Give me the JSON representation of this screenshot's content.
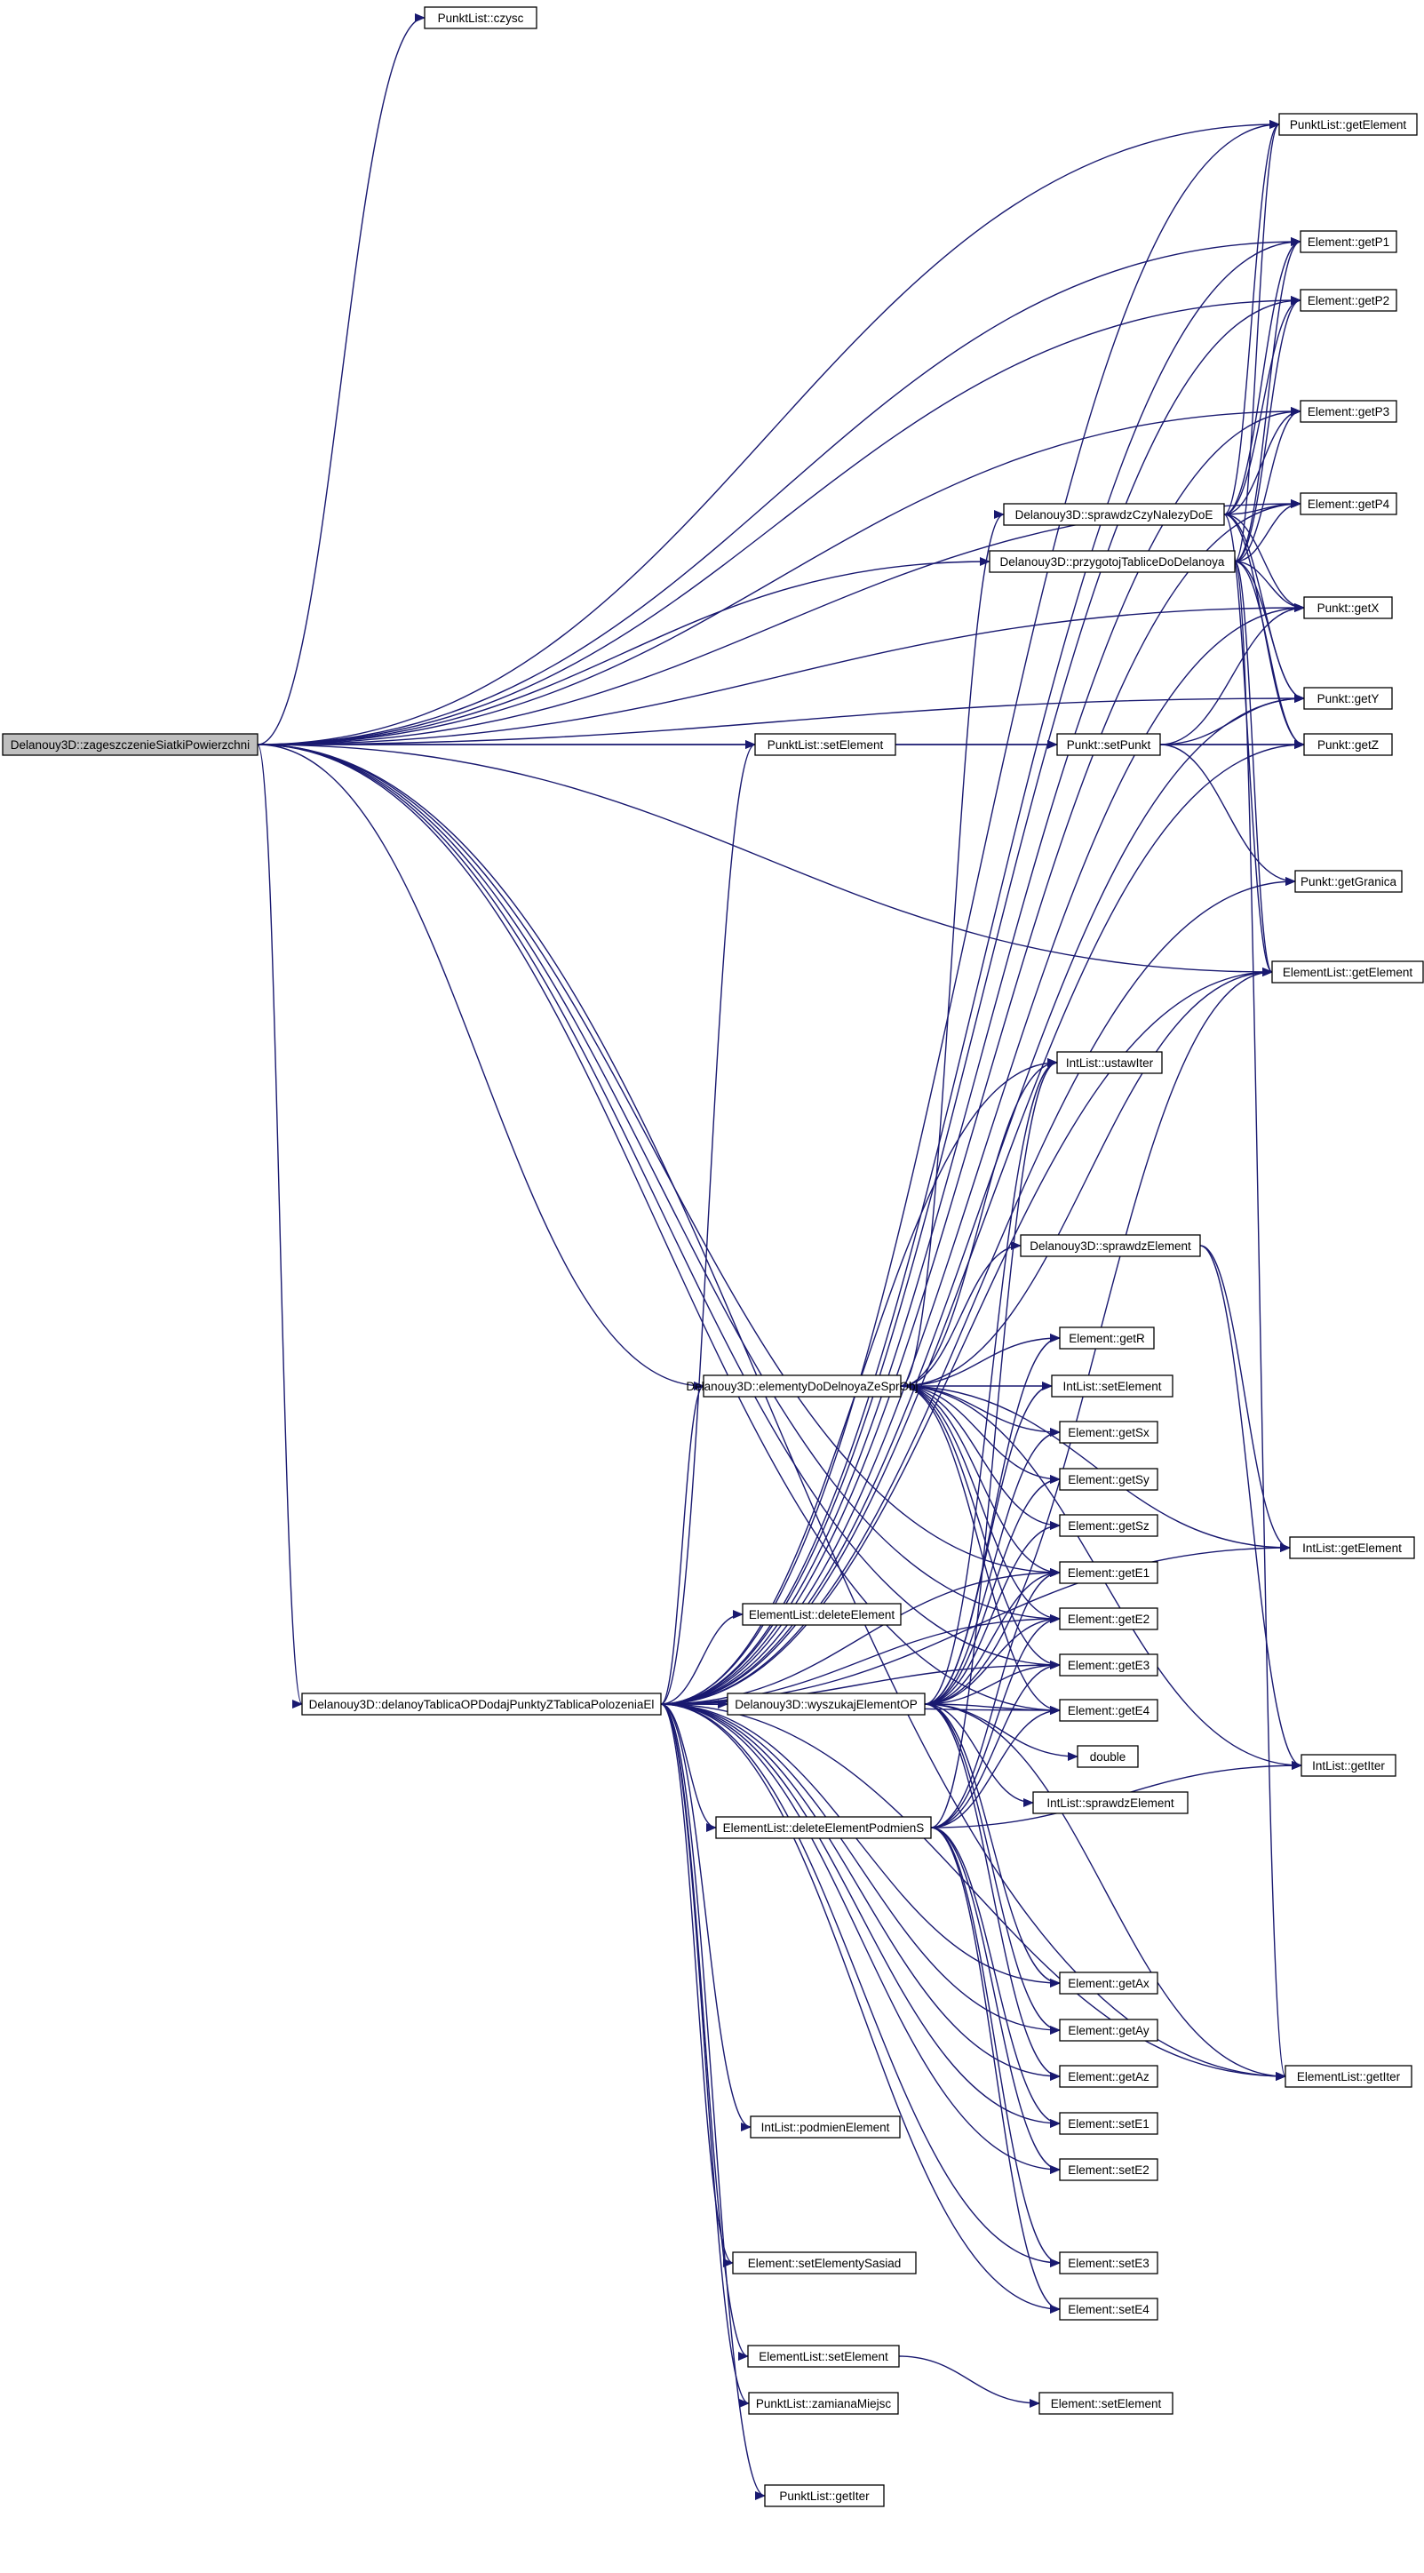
{
  "diagram": {
    "type": "call-graph",
    "root": "Delanouy3D::zageszczenieSiatkiPowierzchni",
    "colors": {
      "edge": "#191970",
      "node_border": "#000000",
      "root_fill": "#bfbfbf",
      "node_fill": "#ffffff",
      "background": "#ffffff"
    },
    "nodes": [
      {
        "id": "root",
        "label": "Delanouy3D::zageszczenieSiatkiPowierzchni"
      },
      {
        "id": "plczysc",
        "label": "PunktList::czysc"
      },
      {
        "id": "plgetel",
        "label": "PunktList::getElement"
      },
      {
        "id": "egetp1",
        "label": "Element::getP1"
      },
      {
        "id": "egetp2",
        "label": "Element::getP2"
      },
      {
        "id": "egetp3",
        "label": "Element::getP3"
      },
      {
        "id": "egetp4",
        "label": "Element::getP4"
      },
      {
        "id": "pgetx",
        "label": "Punkt::getX"
      },
      {
        "id": "pgety",
        "label": "Punkt::getY"
      },
      {
        "id": "pgetz",
        "label": "Punkt::getZ"
      },
      {
        "id": "pgetgr",
        "label": "Punkt::getGranica"
      },
      {
        "id": "elgetel",
        "label": "ElementList::getElement"
      },
      {
        "id": "spr",
        "label": "Delanouy3D::sprawdzCzyNalezyDoE"
      },
      {
        "id": "przyg",
        "label": "Delanouy3D::przygotojTabliceDoDelanoya"
      },
      {
        "id": "plsetel",
        "label": "PunktList::setElement"
      },
      {
        "id": "psetp",
        "label": "Punkt::setPunkt"
      },
      {
        "id": "ilust",
        "label": "IntList::ustawIter"
      },
      {
        "id": "sprel",
        "label": "Delanouy3D::sprawdzElement"
      },
      {
        "id": "egetr",
        "label": "Element::getR"
      },
      {
        "id": "elem",
        "label": "Delanouy3D::elementyDoDelnoyaZeSprObj"
      },
      {
        "id": "ilsetel",
        "label": "IntList::setElement"
      },
      {
        "id": "egetsx",
        "label": "Element::getSx"
      },
      {
        "id": "egetsy",
        "label": "Element::getSy"
      },
      {
        "id": "egetsz",
        "label": "Element::getSz"
      },
      {
        "id": "ilgetel",
        "label": "IntList::getElement"
      },
      {
        "id": "egete1",
        "label": "Element::getE1"
      },
      {
        "id": "eldel",
        "label": "ElementList::deleteElement"
      },
      {
        "id": "egete2",
        "label": "Element::getE2"
      },
      {
        "id": "egete3",
        "label": "Element::getE3"
      },
      {
        "id": "dtab",
        "label": "Delanouy3D::delanoyTablicaOPDodajPunktyZTablicaPolozeniaEl"
      },
      {
        "id": "wysz",
        "label": "Delanouy3D::wyszukajElementOP"
      },
      {
        "id": "egete4",
        "label": "Element::getE4"
      },
      {
        "id": "dbl",
        "label": "double"
      },
      {
        "id": "ilgetiter",
        "label": "IntList::getIter"
      },
      {
        "id": "ilsprel",
        "label": "IntList::sprawdzElement"
      },
      {
        "id": "eldelps",
        "label": "ElementList::deleteElementPodmienS"
      },
      {
        "id": "egetax",
        "label": "Element::getAx"
      },
      {
        "id": "egetay",
        "label": "Element::getAy"
      },
      {
        "id": "egetaz",
        "label": "Element::getAz"
      },
      {
        "id": "elgetiter",
        "label": "ElementList::getIter"
      },
      {
        "id": "esete1",
        "label": "Element::setE1"
      },
      {
        "id": "ilpodm",
        "label": "IntList::podmienElement"
      },
      {
        "id": "esete2",
        "label": "Element::setE2"
      },
      {
        "id": "esetsas",
        "label": "Element::setElementySasiad"
      },
      {
        "id": "esete3",
        "label": "Element::setE3"
      },
      {
        "id": "esete4",
        "label": "Element::setE4"
      },
      {
        "id": "elsetel",
        "label": "ElementList::setElement"
      },
      {
        "id": "esetel",
        "label": "Element::setElement"
      },
      {
        "id": "plzam",
        "label": "PunktList::zamianaMiejsc"
      },
      {
        "id": "plgetiter",
        "label": "PunktList::getIter"
      }
    ],
    "edges": [
      [
        "root",
        "plczysc"
      ],
      [
        "root",
        "plgetel"
      ],
      [
        "root",
        "egetp1"
      ],
      [
        "root",
        "egetp2"
      ],
      [
        "root",
        "egetp3"
      ],
      [
        "root",
        "egetp4"
      ],
      [
        "root",
        "przyg"
      ],
      [
        "root",
        "pgetx"
      ],
      [
        "root",
        "pgety"
      ],
      [
        "root",
        "plsetel"
      ],
      [
        "root",
        "pgetz"
      ],
      [
        "root",
        "elgetel"
      ],
      [
        "root",
        "elem"
      ],
      [
        "root",
        "egete1"
      ],
      [
        "root",
        "egete2"
      ],
      [
        "root",
        "egete3"
      ],
      [
        "root",
        "egete4"
      ],
      [
        "root",
        "dtab"
      ],
      [
        "root",
        "elgetiter"
      ],
      [
        "plsetel",
        "psetp"
      ],
      [
        "psetp",
        "pgetx"
      ],
      [
        "psetp",
        "pgety"
      ],
      [
        "psetp",
        "pgetz"
      ],
      [
        "psetp",
        "pgetgr"
      ],
      [
        "spr",
        "plgetel"
      ],
      [
        "spr",
        "egetp1"
      ],
      [
        "spr",
        "egetp2"
      ],
      [
        "spr",
        "egetp3"
      ],
      [
        "spr",
        "egetp4"
      ],
      [
        "spr",
        "pgetx"
      ],
      [
        "spr",
        "pgety"
      ],
      [
        "spr",
        "pgetz"
      ],
      [
        "spr",
        "elgetel"
      ],
      [
        "przyg",
        "plgetel"
      ],
      [
        "przyg",
        "egetp1"
      ],
      [
        "przyg",
        "egetp2"
      ],
      [
        "przyg",
        "egetp3"
      ],
      [
        "przyg",
        "egetp4"
      ],
      [
        "przyg",
        "pgetx"
      ],
      [
        "przyg",
        "pgety"
      ],
      [
        "przyg",
        "pgetz"
      ],
      [
        "przyg",
        "elgetel"
      ],
      [
        "przyg",
        "elgetiter"
      ],
      [
        "sprel",
        "ilgetel"
      ],
      [
        "sprel",
        "ilgetiter"
      ],
      [
        "elem",
        "spr"
      ],
      [
        "elem",
        "ilust"
      ],
      [
        "elem",
        "sprel"
      ],
      [
        "elem",
        "egetr"
      ],
      [
        "elem",
        "ilsetel"
      ],
      [
        "elem",
        "egetsx"
      ],
      [
        "elem",
        "egetsy"
      ],
      [
        "elem",
        "egetsz"
      ],
      [
        "elem",
        "egete1"
      ],
      [
        "elem",
        "egete2"
      ],
      [
        "elem",
        "egete3"
      ],
      [
        "elem",
        "egete4"
      ],
      [
        "elem",
        "elgetel"
      ],
      [
        "elem",
        "ilgetel"
      ],
      [
        "elem",
        "ilgetiter"
      ],
      [
        "dtab",
        "plgetel"
      ],
      [
        "dtab",
        "egetp1"
      ],
      [
        "dtab",
        "egetp2"
      ],
      [
        "dtab",
        "egetp3"
      ],
      [
        "dtab",
        "egetp4"
      ],
      [
        "dtab",
        "pgetx"
      ],
      [
        "dtab",
        "pgety"
      ],
      [
        "dtab",
        "pgetz"
      ],
      [
        "dtab",
        "pgetgr"
      ],
      [
        "dtab",
        "elgetel"
      ],
      [
        "dtab",
        "plsetel"
      ],
      [
        "dtab",
        "ilust"
      ],
      [
        "dtab",
        "elem"
      ],
      [
        "dtab",
        "eldel"
      ],
      [
        "dtab",
        "wysz"
      ],
      [
        "dtab",
        "eldelps"
      ],
      [
        "dtab",
        "egetax"
      ],
      [
        "dtab",
        "egetay"
      ],
      [
        "dtab",
        "egetaz"
      ],
      [
        "dtab",
        "esete1"
      ],
      [
        "dtab",
        "esete2"
      ],
      [
        "dtab",
        "esete3"
      ],
      [
        "dtab",
        "esete4"
      ],
      [
        "dtab",
        "ilpodm"
      ],
      [
        "dtab",
        "esetsas"
      ],
      [
        "dtab",
        "elsetel"
      ],
      [
        "dtab",
        "plzam"
      ],
      [
        "dtab",
        "plgetiter"
      ],
      [
        "dtab",
        "elgetiter"
      ],
      [
        "dtab",
        "ilgetel"
      ],
      [
        "dtab",
        "egete1"
      ],
      [
        "dtab",
        "egete2"
      ],
      [
        "dtab",
        "egete3"
      ],
      [
        "dtab",
        "egete4"
      ],
      [
        "wysz",
        "egetr"
      ],
      [
        "wysz",
        "ilsetel"
      ],
      [
        "wysz",
        "egetsx"
      ],
      [
        "wysz",
        "egetsy"
      ],
      [
        "wysz",
        "egetsz"
      ],
      [
        "wysz",
        "egete1"
      ],
      [
        "wysz",
        "egete2"
      ],
      [
        "wysz",
        "egete3"
      ],
      [
        "wysz",
        "egete4"
      ],
      [
        "wysz",
        "dbl"
      ],
      [
        "wysz",
        "ilsprel"
      ],
      [
        "wysz",
        "egetax"
      ],
      [
        "wysz",
        "egetay"
      ],
      [
        "wysz",
        "egetaz"
      ],
      [
        "wysz",
        "ilust"
      ],
      [
        "wysz",
        "elgetel"
      ],
      [
        "wysz",
        "elgetiter"
      ],
      [
        "eldelps",
        "egete1"
      ],
      [
        "eldelps",
        "egete2"
      ],
      [
        "eldelps",
        "egete3"
      ],
      [
        "eldelps",
        "egete4"
      ],
      [
        "eldelps",
        "esete1"
      ],
      [
        "eldelps",
        "esete2"
      ],
      [
        "eldelps",
        "esete3"
      ],
      [
        "eldelps",
        "esete4"
      ],
      [
        "eldelps",
        "ilgetiter"
      ],
      [
        "eldelps",
        "ilust"
      ],
      [
        "elsetel",
        "esetel"
      ]
    ]
  }
}
